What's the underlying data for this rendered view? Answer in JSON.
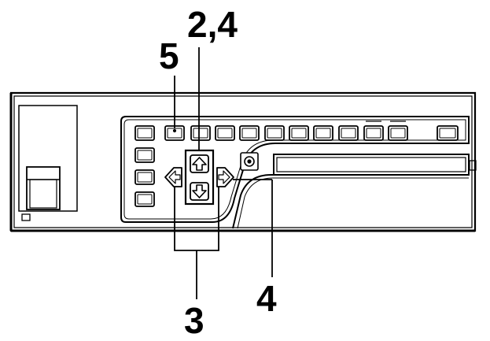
{
  "callouts": {
    "step_5": "5",
    "steps_2_4": "2,4",
    "step_4": "4",
    "step_3": "3"
  },
  "controls": {
    "arrow_up": "up-arrow-icon",
    "arrow_down": "down-arrow-icon",
    "arrow_left": "left-arrow-icon",
    "arrow_right": "right-arrow-icon",
    "knob": "round-knob-icon"
  },
  "colors": {
    "line": "#000000",
    "face": "#ffffff"
  }
}
